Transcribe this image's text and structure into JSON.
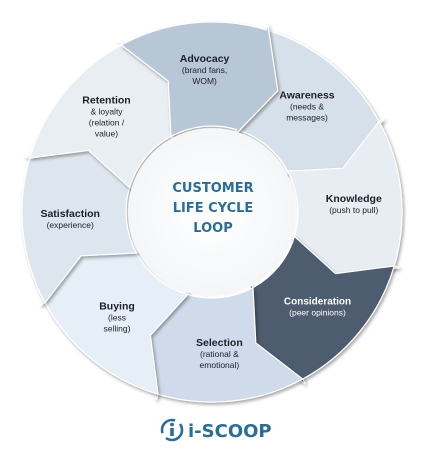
{
  "center": {
    "lines": [
      "CUSTOMER",
      "LIFE CYCLE",
      "LOOP"
    ]
  },
  "stages": [
    {
      "title": "Advocacy",
      "sub": [
        "(brand fans,",
        "WOM)"
      ],
      "color": "#b7c7d6"
    },
    {
      "title": "Awareness",
      "sub": [
        "(needs &",
        "messages)"
      ],
      "color": "#d6e0ea"
    },
    {
      "title": "Knowledge",
      "sub": [
        "(push to pull)"
      ],
      "color": "#e7edf3"
    },
    {
      "title": "Consideration",
      "sub": [
        "(peer opinions)"
      ],
      "color": "#4d5b6e"
    },
    {
      "title": "Selection",
      "sub": [
        "(rational &",
        "emotional)"
      ],
      "color": "#cfdaea"
    },
    {
      "title": "Buying",
      "sub": [
        "(less",
        "selling)"
      ],
      "color": "#e6eef8"
    },
    {
      "title": "Satisfaction",
      "sub": [
        "(experience)"
      ],
      "color": "#dde6ee"
    },
    {
      "title": "Retention",
      "sub": [
        "& loyalty",
        "(relation /",
        "value)"
      ],
      "color": "#e9eef3"
    }
  ],
  "logo": {
    "text": "i-SCOOP",
    "color": "#2a6d97"
  }
}
